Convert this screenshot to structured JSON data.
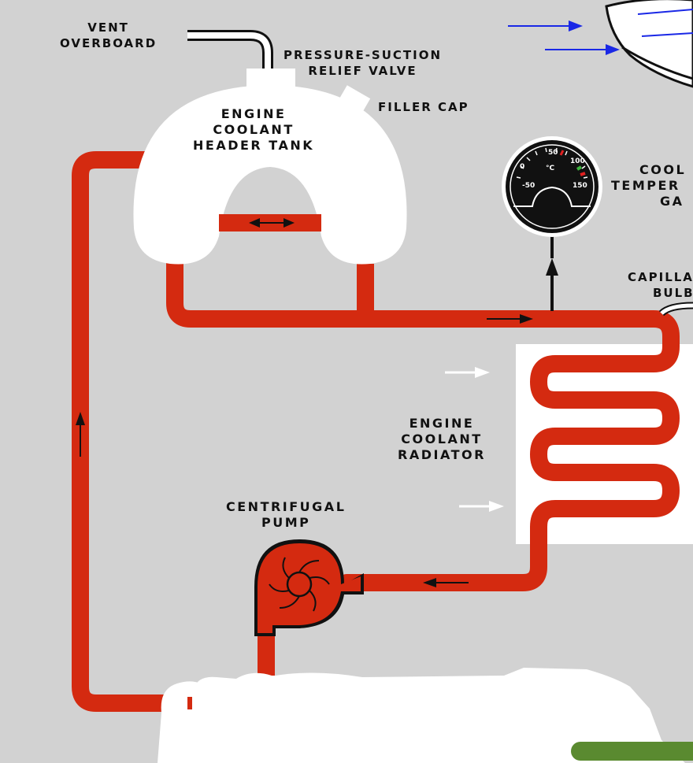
{
  "labels": {
    "vent": [
      "VENT",
      "OVERBOARD"
    ],
    "relief_valve": [
      "PRESSURE-SUCTION",
      "RELIEF VALVE"
    ],
    "filler_cap": [
      "FILLER CAP"
    ],
    "header_tank": [
      "ENGINE",
      "COOLANT",
      "HEADER TANK"
    ],
    "gauge": [
      "COOL",
      "TEMPER",
      "GA"
    ],
    "capillary": [
      "CAPILLA",
      "BULB"
    ],
    "radiator": [
      "ENGINE",
      "COOLANT",
      "RADIATOR"
    ],
    "pump": [
      "CENTRIFUGAL",
      "PUMP"
    ]
  },
  "gauge_dial": {
    "units": "°C",
    "ticks": [
      "-50",
      "0",
      "50",
      "100",
      "150"
    ]
  },
  "colors": {
    "background": "#d2d2d2",
    "coolant_pipe": "#d42a10",
    "component": "#ffffff",
    "airflow_arrow": "#1a28e6",
    "flow_arrow": "#111111",
    "gauge_face": "#111111",
    "gauge_green": "#3cb43c",
    "gauge_red": "#e02020",
    "ground_strip": "#5a8a30"
  },
  "icons": {
    "pump": "centrifugal-pump-icon",
    "gauge": "temperature-gauge-icon",
    "airflow": "arrow-right-icon",
    "flow": "flow-direction-arrow-icon"
  }
}
